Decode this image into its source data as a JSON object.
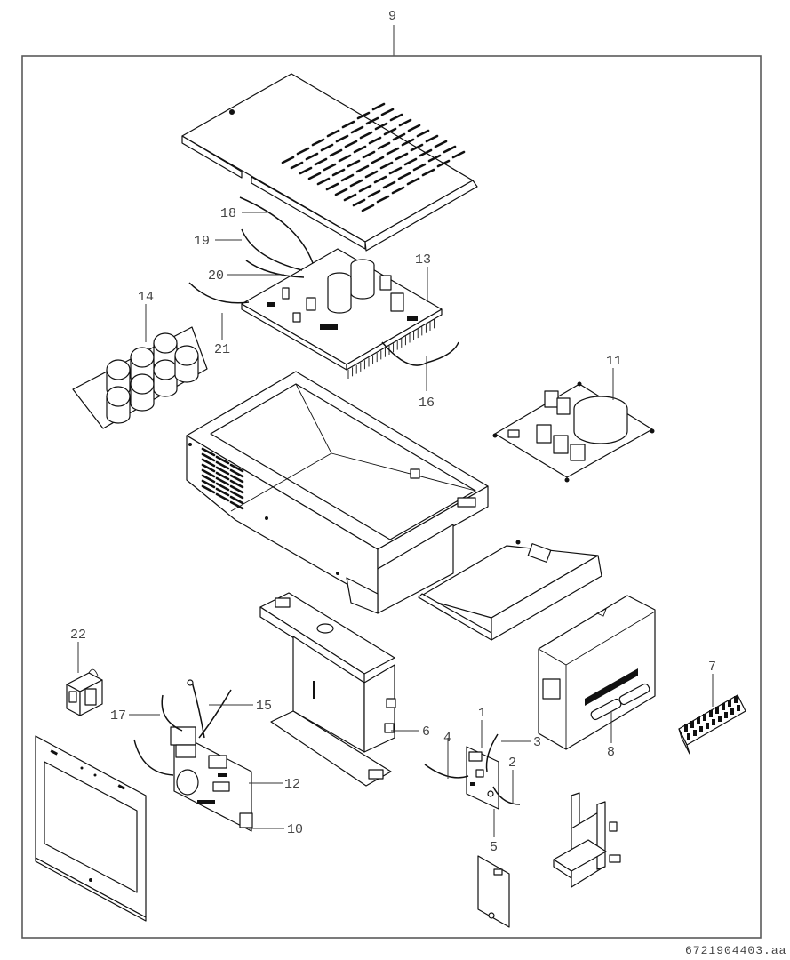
{
  "diagram": {
    "type": "exploded-parts-view",
    "document_id": "6721904403.aa",
    "assembly_callout": "9",
    "callouts": [
      {
        "id": "1",
        "part": "small control pcb"
      },
      {
        "id": "2",
        "part": "wire"
      },
      {
        "id": "3",
        "part": "wire"
      },
      {
        "id": "4",
        "part": "wire"
      },
      {
        "id": "5",
        "part": "fastener"
      },
      {
        "id": "6",
        "part": "mounting clip"
      },
      {
        "id": "7",
        "part": "terminal strip"
      },
      {
        "id": "8",
        "part": "connector block"
      },
      {
        "id": "9",
        "part": "complete assembly"
      },
      {
        "id": "10",
        "part": "board connector"
      },
      {
        "id": "11",
        "part": "filter pcb"
      },
      {
        "id": "12",
        "part": "main control pcb"
      },
      {
        "id": "13",
        "part": "inverter pcb with heatsink"
      },
      {
        "id": "14",
        "part": "capacitor bank"
      },
      {
        "id": "15",
        "part": "wire"
      },
      {
        "id": "16",
        "part": "wire"
      },
      {
        "id": "17",
        "part": "wire"
      },
      {
        "id": "18",
        "part": "wire"
      },
      {
        "id": "19",
        "part": "wire"
      },
      {
        "id": "20",
        "part": "wire"
      },
      {
        "id": "21",
        "part": "wire"
      },
      {
        "id": "22",
        "part": "transformer"
      }
    ]
  }
}
